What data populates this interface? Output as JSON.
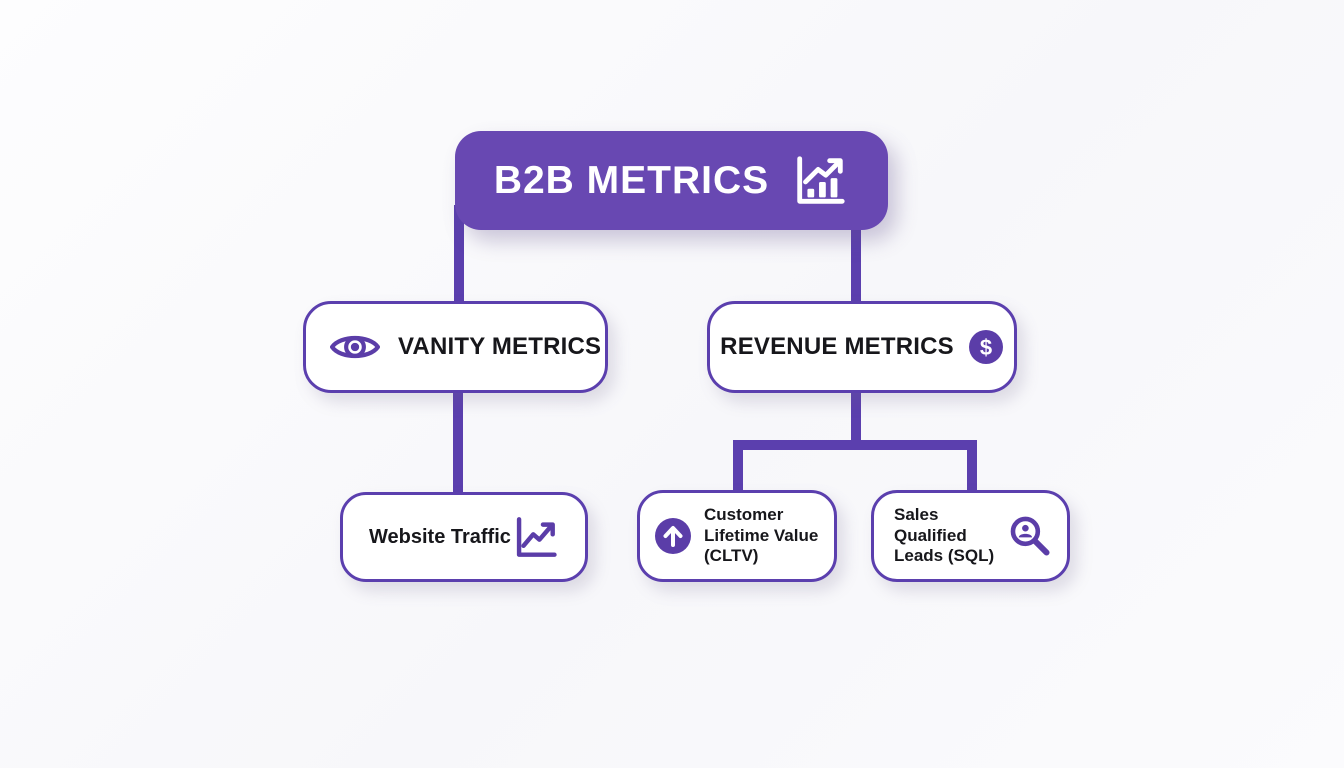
{
  "palette": {
    "purple": "#6848b2",
    "purple_line": "#5b3fae",
    "purple_icon": "#5b3da8",
    "text_dark": "#17171b"
  },
  "diagram": {
    "root": {
      "label": "B2B METRICS",
      "icon": "bar-chart-trend-icon"
    },
    "branches": [
      {
        "label": "VANITY METRICS",
        "icon": "eye-icon",
        "children": [
          {
            "label": "Website Traffic",
            "icon": "trend-line-icon"
          }
        ]
      },
      {
        "label": "REVENUE METRICS",
        "icon": "dollar-circle-icon",
        "children": [
          {
            "label": "Customer Lifetime Value (CLTV)",
            "icon": "arrow-up-circle-icon"
          },
          {
            "label": "Sales Qualified Leads (SQL)",
            "icon": "person-search-icon"
          }
        ]
      }
    ]
  },
  "icons": {
    "dollar_glyph": "$"
  }
}
